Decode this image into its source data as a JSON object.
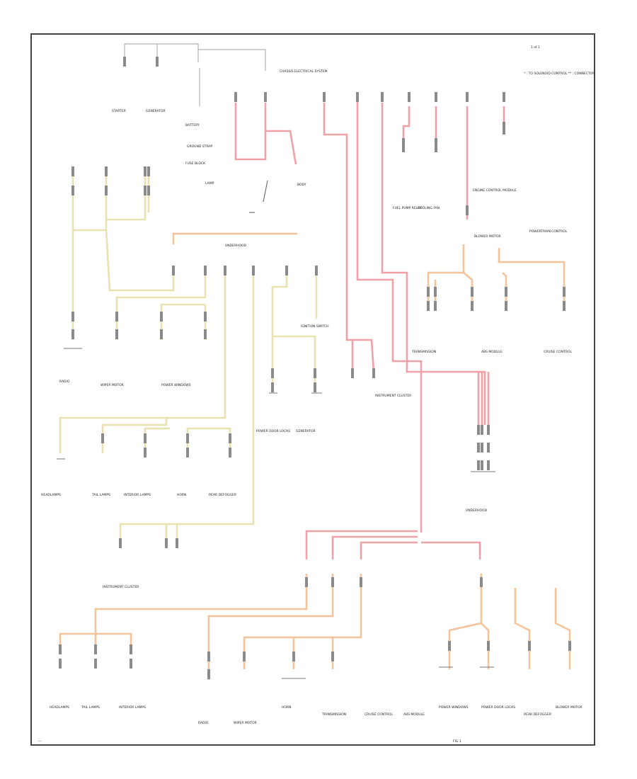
{
  "diagram": {
    "top_right_label": "1 of 1",
    "header_title": "CHASSIS ELECTRICAL SYSTEM",
    "header_note": "* : TO SOLENOID CONTROL\n** : CONNECTOR",
    "labels": {
      "starter": "STARTER",
      "generator": "GENERATOR",
      "battery": "BATTERY",
      "ground_strap": "GROUND STRAP",
      "fuse_block": "FUSE BLOCK",
      "lamp": "LAMP",
      "body": "BODY",
      "underhood": "UNDERHOOD",
      "ignition_switch": "IGNITION SWITCH",
      "cluster": "INSTRUMENT CLUSTER",
      "fuel_pump": "FUEL PUMP RELAY",
      "cooling_fan": "COOLING FAN",
      "blower": "BLOWER MOTOR",
      "radio": "RADIO",
      "wipers": "WIPER MOTOR",
      "power_windows": "POWER WINDOWS",
      "power_locks": "POWER DOOR LOCKS",
      "abs": "ABS MODULE",
      "transmission": "TRANSMISSION",
      "cruise": "CRUISE CONTROL",
      "headlamps": "HEADLAMPS",
      "tail_lamps": "TAIL LAMPS",
      "horn": "HORN",
      "defogger": "REAR DEFOGGER",
      "interior": "INTERIOR LAMPS",
      "engine_ctrl": "ENGINE CONTROL MODULE",
      "powertrain": "POWERTRAIN CONTROL",
      "footer_left": "—",
      "footer_center": "FIG 1"
    }
  }
}
